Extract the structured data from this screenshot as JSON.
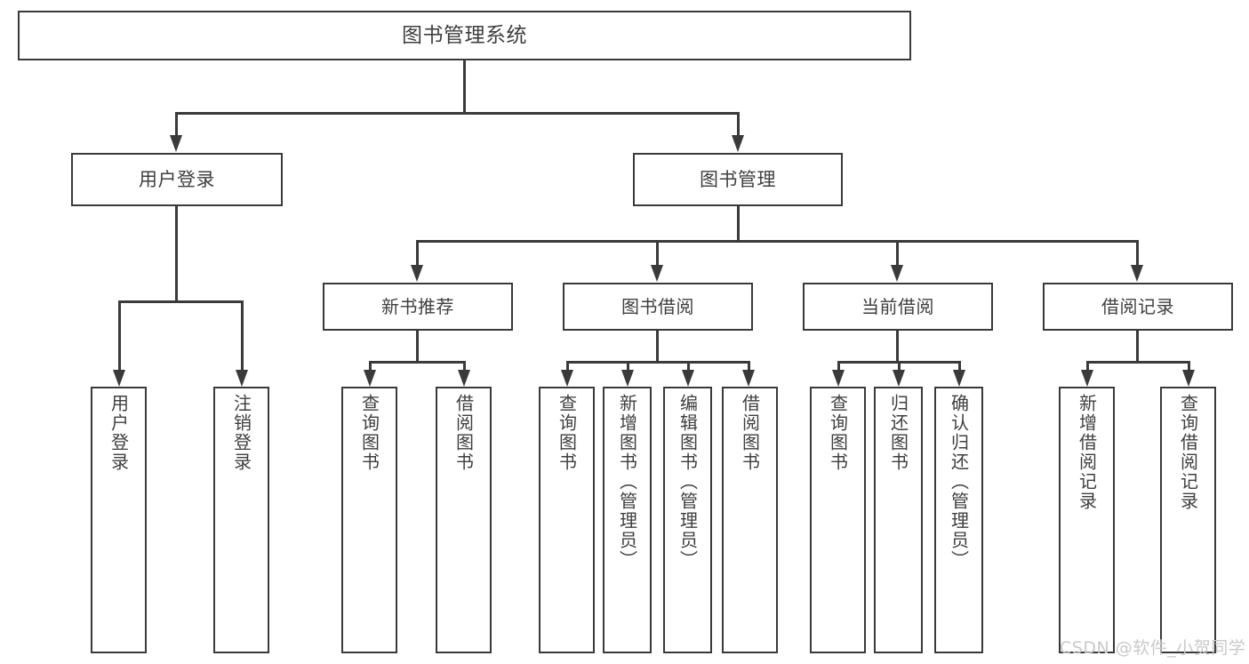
{
  "diagram": {
    "title": "图书管理系统",
    "type": "tree",
    "root": {
      "id": "root",
      "label": "图书管理系统"
    },
    "level1": [
      {
        "id": "user-login",
        "label": "用户登录"
      },
      {
        "id": "book-management",
        "label": "图书管理"
      }
    ],
    "level2": [
      {
        "id": "new-book-recommend",
        "label": "新书推荐",
        "parent": "book-management"
      },
      {
        "id": "book-borrow",
        "label": "图书借阅",
        "parent": "book-management"
      },
      {
        "id": "current-borrow",
        "label": "当前借阅",
        "parent": "book-management"
      },
      {
        "id": "borrow-record",
        "label": "借阅记录",
        "parent": "book-management"
      }
    ],
    "leaves": [
      {
        "id": "leaf-user-login",
        "label": "用户登录",
        "parent": "user-login"
      },
      {
        "id": "leaf-logout",
        "label": "注销登录",
        "parent": "user-login"
      },
      {
        "id": "leaf-query-book-1",
        "label": "查询图书",
        "parent": "new-book-recommend"
      },
      {
        "id": "leaf-borrow-book-1",
        "label": "借阅图书",
        "parent": "new-book-recommend"
      },
      {
        "id": "leaf-query-book-2",
        "label": "查询图书",
        "parent": "book-borrow"
      },
      {
        "id": "leaf-add-book",
        "label": "新增图书（管理员）",
        "parent": "book-borrow"
      },
      {
        "id": "leaf-edit-book",
        "label": "编辑图书（管理员）",
        "parent": "book-borrow"
      },
      {
        "id": "leaf-borrow-book-2",
        "label": "借阅图书",
        "parent": "book-borrow"
      },
      {
        "id": "leaf-query-book-3",
        "label": "查询图书",
        "parent": "current-borrow"
      },
      {
        "id": "leaf-return-book",
        "label": "归还图书",
        "parent": "current-borrow"
      },
      {
        "id": "leaf-confirm-return",
        "label": "确认归还（管理员）",
        "parent": "current-borrow"
      },
      {
        "id": "leaf-add-record",
        "label": "新增借阅记录",
        "parent": "borrow-record"
      },
      {
        "id": "leaf-query-record",
        "label": "查询借阅记录",
        "parent": "borrow-record"
      }
    ]
  },
  "watermark": {
    "text": "CSDN @软件_小贺同学"
  },
  "colors": {
    "border": "#3a3a3a",
    "text": "#3f3f3f",
    "background": "#ffffff",
    "watermark": "#c9c9c9"
  }
}
